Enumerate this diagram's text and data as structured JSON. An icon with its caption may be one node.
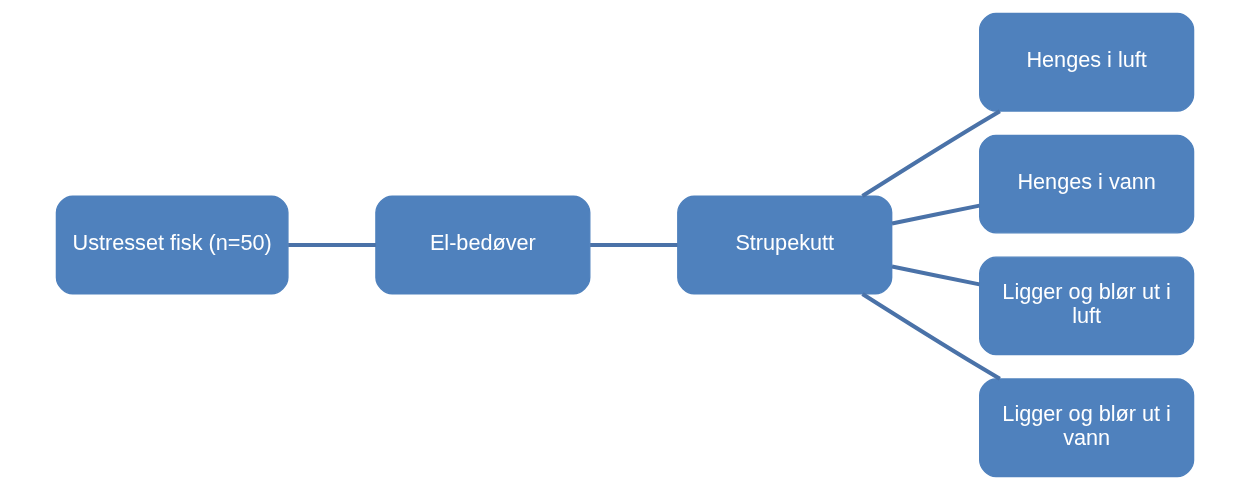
{
  "diagram": {
    "nodes": [
      {
        "text": [
          "Ustresset fisk (n=50)"
        ]
      },
      {
        "text": [
          "El-bedøver"
        ]
      },
      {
        "text": [
          "Strupekutt"
        ]
      },
      {
        "text": [
          "Henges i luft"
        ]
      },
      {
        "text": [
          "Henges i vann"
        ]
      },
      {
        "text": [
          "Ligger og blør ut i luft"
        ]
      },
      {
        "text": [
          "Ligger og blør ut i vann"
        ]
      }
    ],
    "edges": [
      {
        "from": 0,
        "to": 1,
        "arrow": "none"
      },
      {
        "from": 1,
        "to": 2,
        "arrow": "none"
      },
      {
        "from": 2,
        "to": 3,
        "arrow": "none"
      },
      {
        "from": 2,
        "to": 4,
        "arrow": "none"
      },
      {
        "from": 2,
        "to": 5,
        "arrow": "none"
      },
      {
        "from": 2,
        "to": 6,
        "arrow": "none"
      }
    ]
  }
}
